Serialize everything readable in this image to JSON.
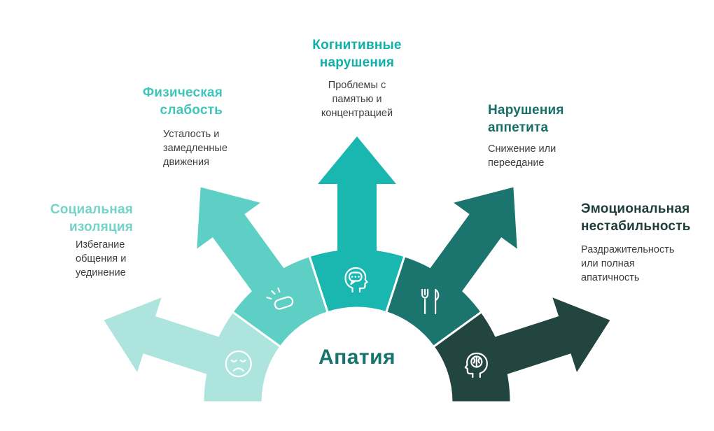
{
  "title": "Апатия",
  "title_color": "#17756d",
  "text_color": "#3d3d3d",
  "background": "#ffffff",
  "icon_color": "#ffffff",
  "branches": [
    {
      "id": "social-isolation",
      "heading": "Социальная изоляция",
      "description": "Избегание общения и уединение",
      "color": "#aee4de",
      "heading_color": "#74d2c9",
      "icon": "sad-face-icon"
    },
    {
      "id": "physical-weakness",
      "heading": "Физическая слабость",
      "description": "Усталость и замедленные движения",
      "color": "#5ecfc5",
      "heading_color": "#40c5ba",
      "icon": "weakness-icon"
    },
    {
      "id": "cognitive-impairment",
      "heading": "Когнитивные нарушения",
      "description": "Проблемы с памятью и концентрацией",
      "color": "#1ab6b0",
      "heading_color": "#10b0a9",
      "icon": "head-speech-icon"
    },
    {
      "id": "appetite-disturbance",
      "heading": "Нарушения аппетита",
      "description": "Снижение или переедание",
      "color": "#1b746d",
      "heading_color": "#186f68",
      "icon": "cutlery-icon"
    },
    {
      "id": "emotional-instability",
      "heading": "Эмоциональная нестабильность",
      "description": "Раздражительность или полная апатичность",
      "color": "#224540",
      "heading_color": "#1e3e39",
      "icon": "head-brain-icon"
    }
  ]
}
